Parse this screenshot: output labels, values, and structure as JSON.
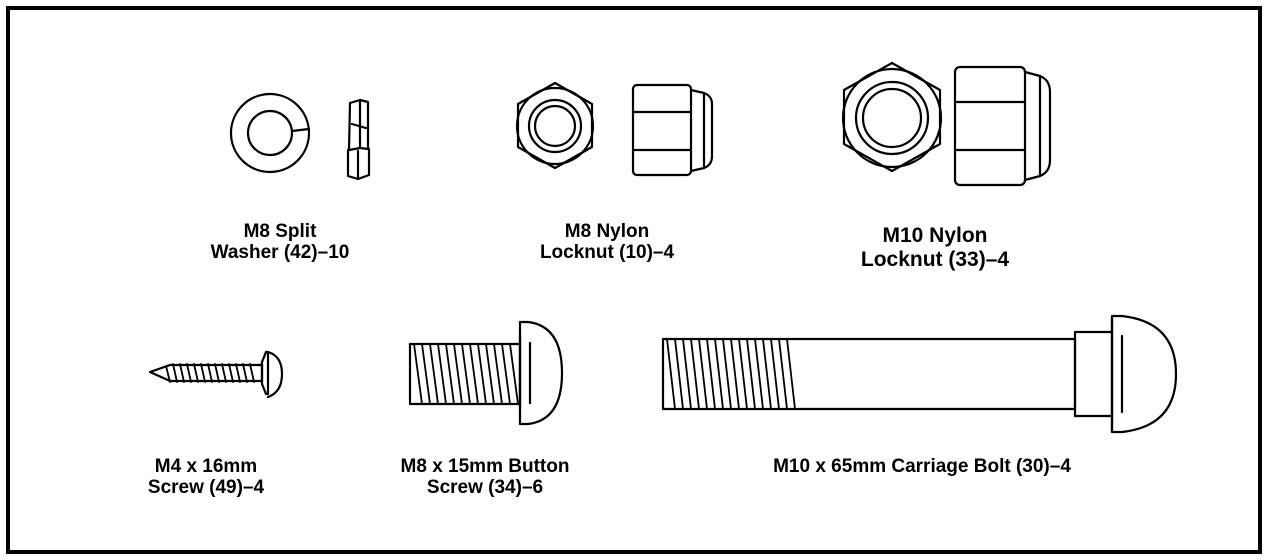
{
  "colors": {
    "ink": "#000000",
    "paper": "#ffffff"
  },
  "parts": [
    {
      "line1": "M8 Split",
      "line2": "Washer (42)–10",
      "icon": "split-washer-icon"
    },
    {
      "line1": "M8 Nylon",
      "line2": "Locknut (10)–4",
      "icon": "nylon-locknut-icon"
    },
    {
      "line1": "M10 Nylon",
      "line2": "Locknut (33)–4",
      "icon": "nylon-locknut-icon"
    },
    {
      "line1": "M4 x 16mm",
      "line2": "Screw (49)–4",
      "icon": "screw-icon"
    },
    {
      "line1": "M8 x 15mm Button",
      "line2": "Screw (34)–6",
      "icon": "button-screw-icon"
    },
    {
      "line1": "M10 x 65mm Carriage Bolt (30)–4",
      "line2": "",
      "icon": "carriage-bolt-icon"
    }
  ]
}
